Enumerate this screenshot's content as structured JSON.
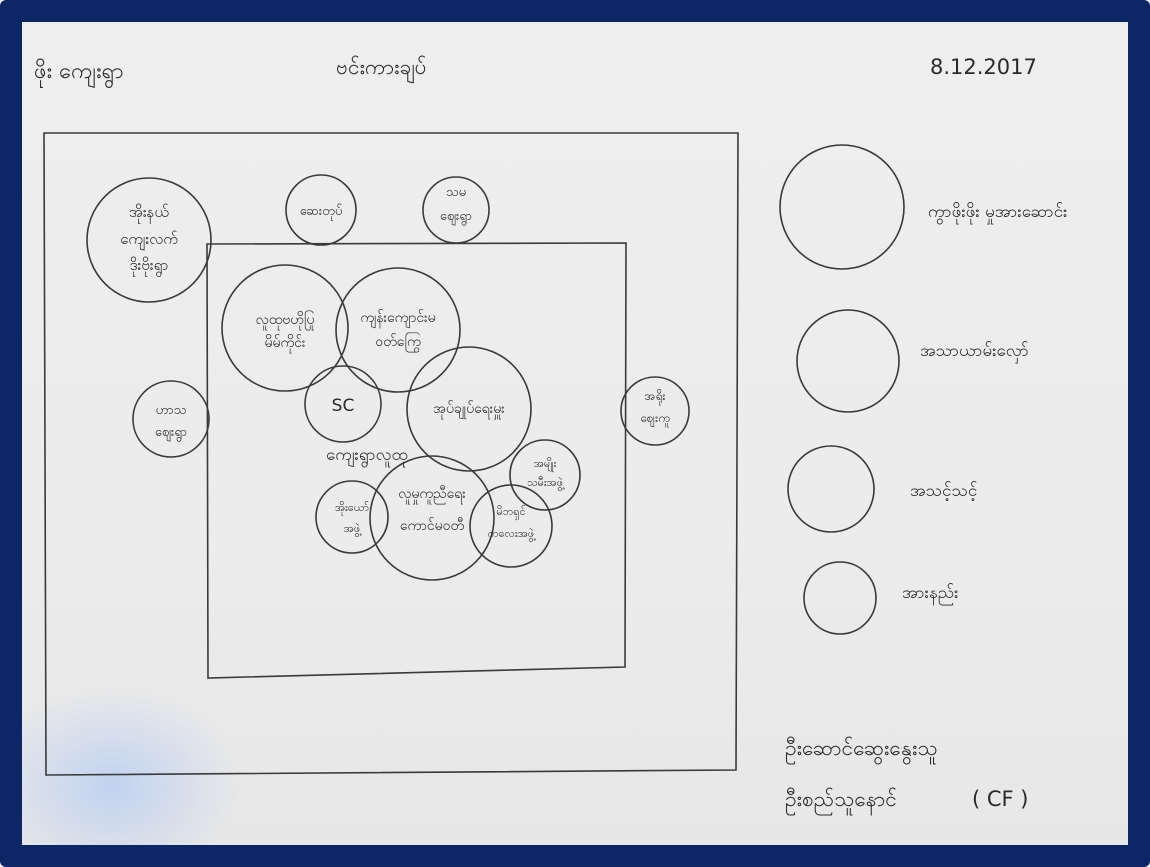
{
  "header": {
    "left_title": "ဖိုး ကျေးရွာ",
    "center_title": "ဗင်းကားချပ်",
    "date": "8.12.2017"
  },
  "outer_circles": [
    {
      "id": "top-left",
      "lines": [
        "အိုးနယ်",
        "ကျေးလက်",
        "ဒိုးဗိုးရွာ"
      ]
    },
    {
      "id": "top-mid",
      "lines": [
        "ဆေးတုပ်"
      ]
    },
    {
      "id": "top-right",
      "lines": [
        "သမ",
        "ဈေးရွာ"
      ]
    },
    {
      "id": "left",
      "lines": [
        "ဟာသ",
        "ဈေးရွာ"
      ]
    },
    {
      "id": "right",
      "lines": [
        "အရိုး",
        "ဈေးကူ"
      ]
    }
  ],
  "inner_circles": [
    {
      "id": "c1",
      "lines": [
        "လူထုဗဟိုပြု",
        "မိမ်ကိုင်း"
      ]
    },
    {
      "id": "c2",
      "lines": [
        "ကျန်းကျောင်းမ",
        "ဝတ်ကြွေ"
      ]
    },
    {
      "id": "c3",
      "lines": [
        "SC"
      ]
    },
    {
      "id": "c4",
      "lines": [
        "အုပ်ချုပ်ရေးမှူး"
      ]
    },
    {
      "id": "c5",
      "lines": [
        "အမျိုး",
        "သမီးအဖွဲ့"
      ]
    },
    {
      "id": "c6",
      "lines": [
        "လူမှုကူညီရေး",
        "ကောင်မဝတီ"
      ]
    },
    {
      "id": "c7",
      "lines": [
        "အိုးယော်",
        "အဖွဲ့"
      ]
    },
    {
      "id": "c8",
      "lines": [
        "မိဘရှင်",
        "ကလေးအဖွဲ့"
      ]
    }
  ],
  "center_label": "ကျေးရွာလူထု",
  "legend": [
    {
      "label": "ကွာဖိုးဖိုး မှုအားဆောင်း"
    },
    {
      "label": "အသာယာမ်းလှော်"
    },
    {
      "label": "အသင့်သင့်"
    },
    {
      "label": "အားနည်း"
    }
  ],
  "footer": {
    "line1": "ဦးဆောင်ဆွေးနွေးသူ",
    "line2": "ဦးစည်သူနောင်",
    "line2_suffix": "( CF )"
  }
}
